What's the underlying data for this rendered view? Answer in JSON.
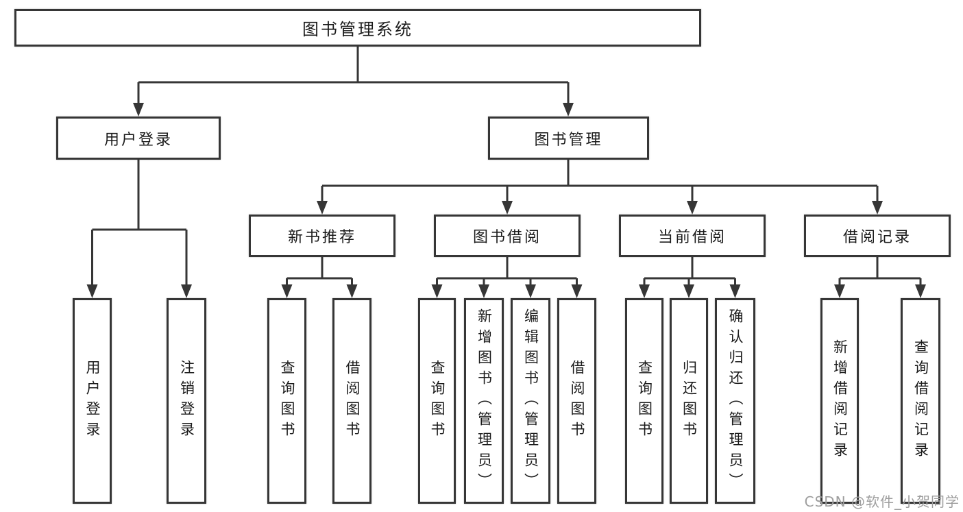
{
  "colors": {
    "background": "#ffffff",
    "line": "#363636",
    "box_border": "#363636",
    "text": "#1b1b1b",
    "watermark": "#9e9e9e"
  },
  "watermark": {
    "text": "CSDN @软件_小贺同学"
  },
  "tree": {
    "root": {
      "label": "图书管理系统"
    },
    "children": [
      {
        "label": "用户登录",
        "children": [
          {
            "label": "用户登录"
          },
          {
            "label": "注销登录"
          }
        ]
      },
      {
        "label": "图书管理",
        "children": [
          {
            "label": "新书推荐",
            "children": [
              {
                "label": "查询图书"
              },
              {
                "label": "借阅图书"
              }
            ]
          },
          {
            "label": "图书借阅",
            "children": [
              {
                "label": "查询图书"
              },
              {
                "label": "新增图书（管理员）"
              },
              {
                "label": "编辑图书（管理员）"
              },
              {
                "label": "借阅图书"
              }
            ]
          },
          {
            "label": "当前借阅",
            "children": [
              {
                "label": "查询图书"
              },
              {
                "label": "归还图书"
              },
              {
                "label": "确认归还（管理员）"
              }
            ]
          },
          {
            "label": "借阅记录",
            "children": [
              {
                "label": "新增借阅记录"
              },
              {
                "label": "查询借阅记录"
              }
            ]
          }
        ]
      }
    ]
  }
}
